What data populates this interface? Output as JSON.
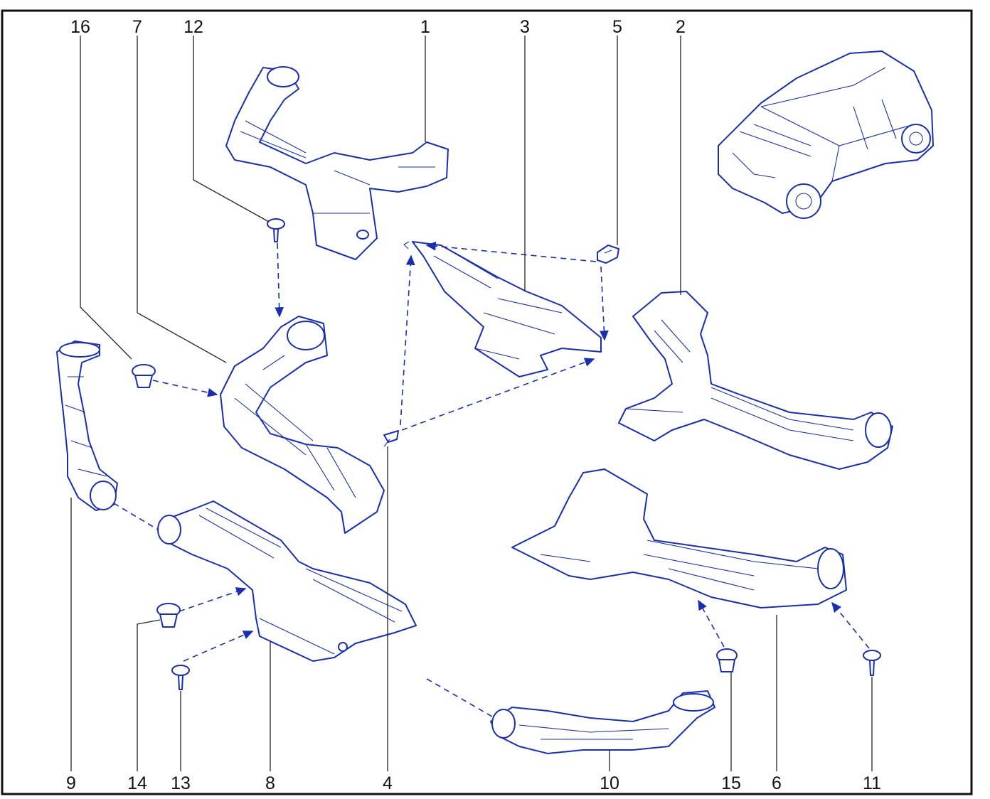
{
  "callouts": [
    "1",
    "2",
    "3",
    "4",
    "5",
    "6",
    "7",
    "8",
    "9",
    "10",
    "11",
    "12",
    "13",
    "14",
    "15",
    "16"
  ],
  "colors": {
    "line": "#1a2fb0",
    "leader": "#222222",
    "frame": "#111111",
    "background": "#ffffff"
  }
}
